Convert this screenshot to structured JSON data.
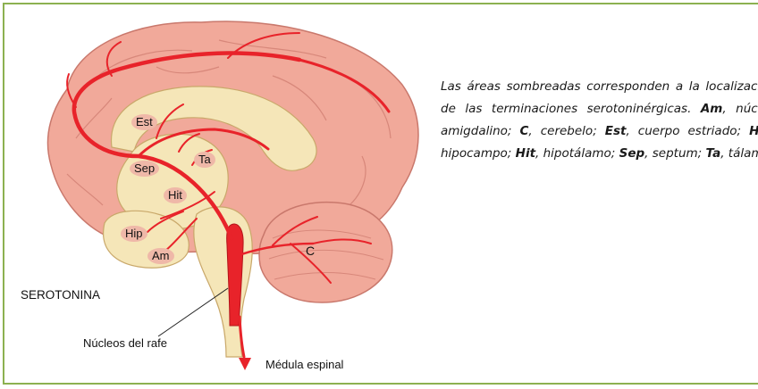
{
  "diagram": {
    "regions": {
      "est": "Est",
      "sep": "Sep",
      "ta": "Ta",
      "hit": "Hit",
      "hip": "Hip",
      "am": "Am",
      "c": "C"
    },
    "title": "SEROTONINA",
    "raphe_label": "Núcleos del rafe",
    "spinal_label": "Médula espinal"
  },
  "caption": {
    "intro": "Las áreas sombreadas corresponden a la localización de las terminaciones serotoninérgicas. ",
    "terms": [
      {
        "abbr": "Am",
        "def": ", núcleo amigdalino; "
      },
      {
        "abbr": "C",
        "def": ", cerebelo; "
      },
      {
        "abbr": "Est",
        "def": ", cuerpo estriado; "
      },
      {
        "abbr": "Hip",
        "def": ", hipocampo; "
      },
      {
        "abbr": "Hit",
        "def": ", hipotálamo; "
      },
      {
        "abbr": "Sep",
        "def": ", septum; "
      },
      {
        "abbr": "Ta",
        "def": ", tálamo."
      }
    ]
  },
  "colors": {
    "frame": "#8cb150",
    "cortex": "#f1a99a",
    "inner": "#f5e6b8",
    "pathway": "#e8232a",
    "region_fill": "#efb8a8"
  }
}
